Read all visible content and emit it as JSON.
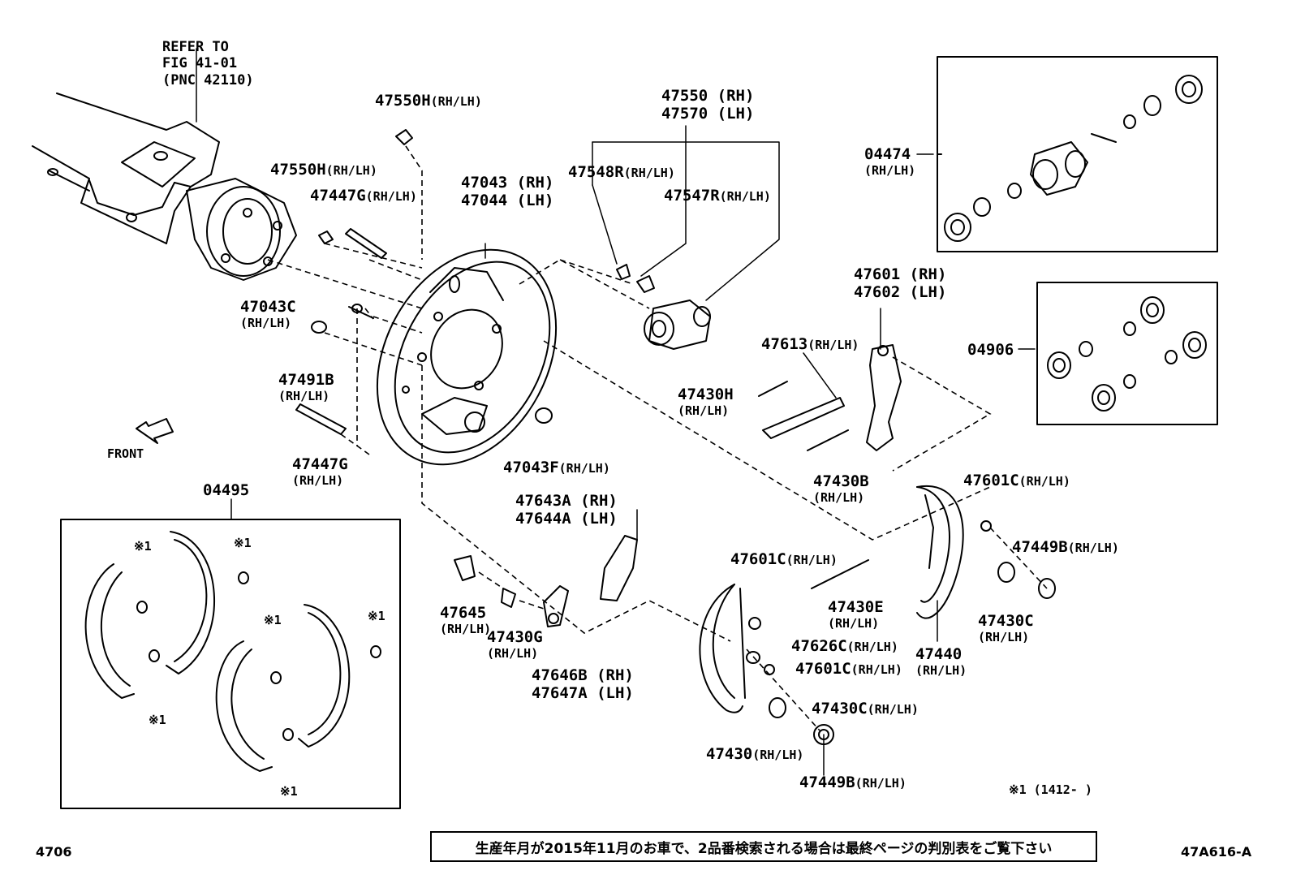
{
  "refer": {
    "line1": "REFER TO",
    "line2": "FIG 41-01",
    "line3": "(PNC 42110)"
  },
  "front_label": "FRONT",
  "labels": {
    "p47550H_top": {
      "num": "47550H",
      "sub": "(RH/LH)"
    },
    "p47550H_left": {
      "num": "47550H",
      "sub": "(RH/LH)"
    },
    "p47447G_top": {
      "num": "47447G",
      "sub": "(RH/LH)"
    },
    "p47043C": {
      "num": "47043C",
      "sub": "(RH/LH)"
    },
    "p47491B": {
      "num": "47491B",
      "sub": "(RH/LH)"
    },
    "p47447G_bottom": {
      "num": "47447G",
      "sub": "(RH/LH)"
    },
    "p47043": {
      "line1": "47043 (RH)",
      "line2": "47044 (LH)"
    },
    "p47043F": {
      "num": "47043F",
      "sub": "(RH/LH)"
    },
    "p47550": {
      "line1": "47550 (RH)",
      "line2": "47570 (LH)"
    },
    "p47548R": {
      "num": "47548R",
      "sub": "(RH/LH)"
    },
    "p47547R": {
      "num": "47547R",
      "sub": "(RH/LH)"
    },
    "p04474": {
      "num": "04474",
      "sub": "(RH/LH)"
    },
    "p04906": {
      "num": "04906"
    },
    "p47601": {
      "line1": "47601 (RH)",
      "line2": "47602 (LH)"
    },
    "p47613": {
      "num": "47613",
      "sub": "(RH/LH)"
    },
    "p47430H": {
      "num": "47430H",
      "sub": "(RH/LH)"
    },
    "p47430B": {
      "num": "47430B",
      "sub": "(RH/LH)"
    },
    "p47601C_right": {
      "num": "47601C",
      "sub": "(RH/LH)"
    },
    "p47449B_right": {
      "num": "47449B",
      "sub": "(RH/LH)"
    },
    "p47430C_right": {
      "num": "47430C",
      "sub": "(RH/LH)"
    },
    "p47440": {
      "num": "47440",
      "sub": "(RH/LH)"
    },
    "p47643A": {
      "line1": "47643A (RH)",
      "line2": "47644A (LH)"
    },
    "p47645": {
      "num": "47645",
      "sub": "(RH/LH)"
    },
    "p47430G": {
      "num": "47430G",
      "sub": "(RH/LH)"
    },
    "p47646B": {
      "line1": "47646B (RH)",
      "line2": "47647A (LH)"
    },
    "p47601C_mid": {
      "num": "47601C",
      "sub": "(RH/LH)"
    },
    "p47430E": {
      "num": "47430E",
      "sub": "(RH/LH)"
    },
    "p47626C": {
      "num": "47626C",
      "sub": "(RH/LH)"
    },
    "p47601C_low": {
      "num": "47601C",
      "sub": "(RH/LH)"
    },
    "p47430C_low": {
      "num": "47430C",
      "sub": "(RH/LH)"
    },
    "p47430": {
      "num": "47430",
      "sub": "(RH/LH)"
    },
    "p47449B_low": {
      "num": "47449B",
      "sub": "(RH/LH)"
    },
    "p04495": {
      "num": "04495"
    },
    "mark": "※1"
  },
  "footnote": "※1 (1412-    )",
  "note_jp": "生産年月が2015年11月のお車で、2品番検索される場合は最終ページの判別表をご覧下さい",
  "page_code": "4706",
  "fig_code": "47A616-A"
}
